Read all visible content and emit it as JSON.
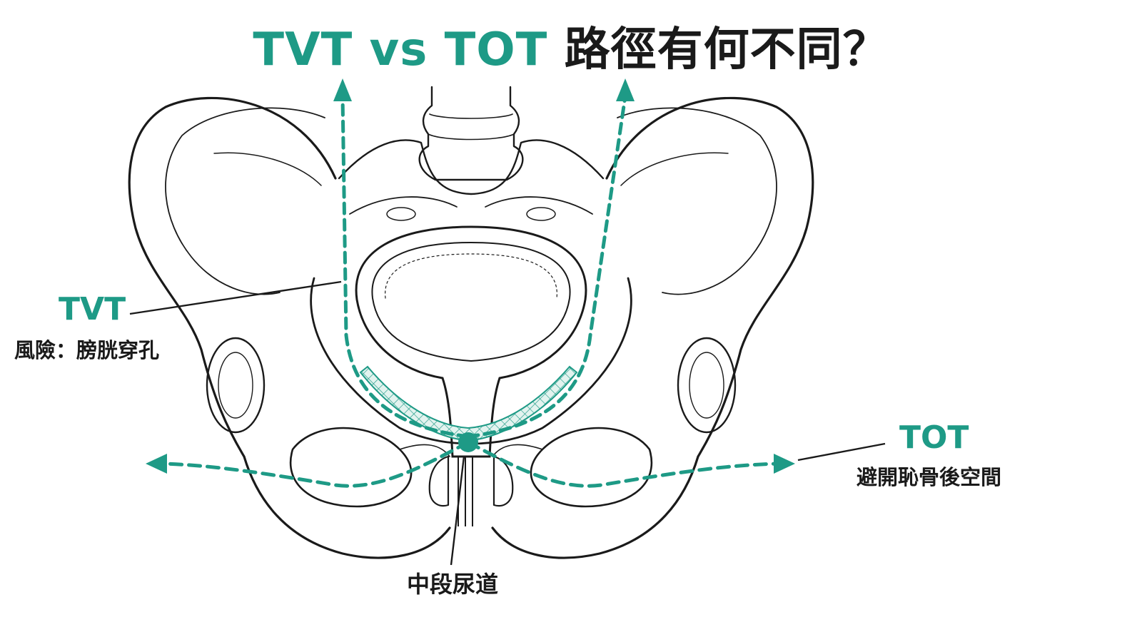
{
  "title": {
    "part1": "TVT vs TOT",
    "part2": "路徑有何不同？"
  },
  "labels": {
    "tvt": {
      "name": "TVT",
      "note": "風險：膀胱穿孔"
    },
    "tot": {
      "name": "TOT",
      "note": "避開恥骨後空間"
    },
    "midurethra": "中段尿道"
  },
  "colors": {
    "accent": "#1e9a86",
    "line": "#1a1a1a",
    "background": "#ffffff"
  }
}
